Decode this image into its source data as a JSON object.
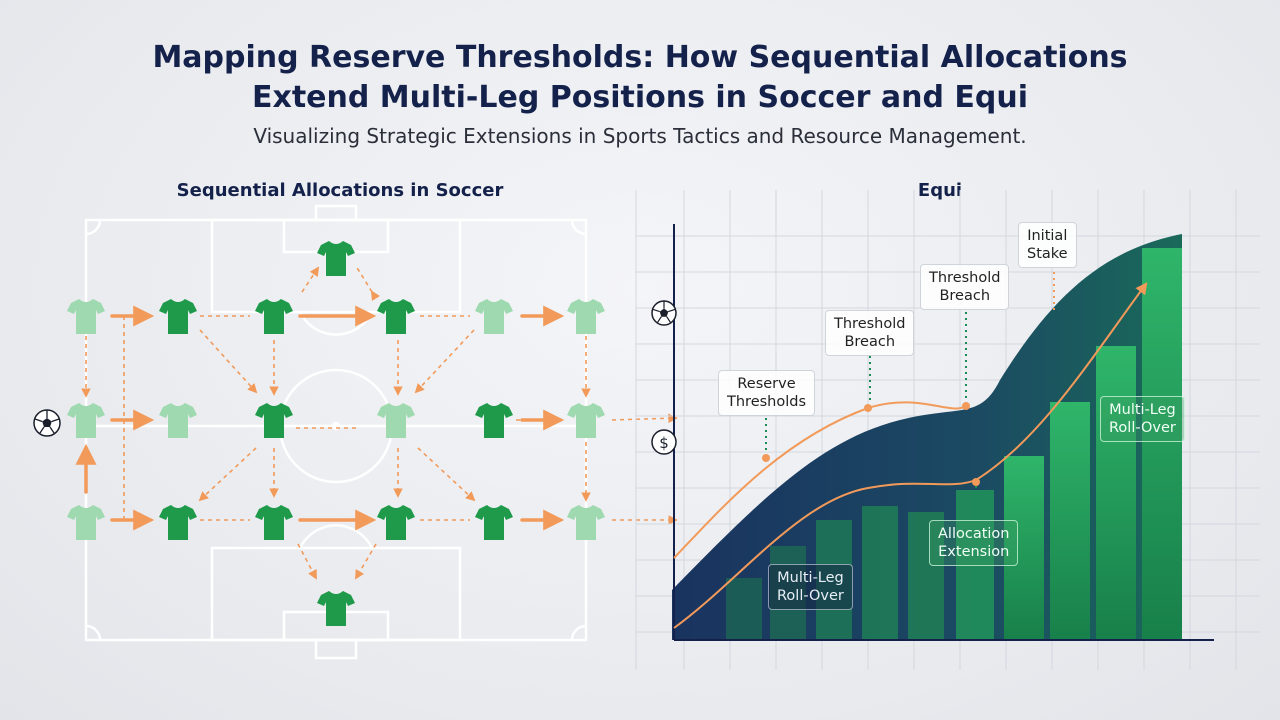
{
  "header": {
    "title_line1": "Mapping Reserve Thresholds: How Sequential Allocations",
    "title_line2": "Extend Multi-Leg Positions in Soccer and Equi",
    "subtitle": "Visualizing Strategic Extensions in Sports Tactics and Resource Management."
  },
  "left_panel": {
    "title": "Sequential Allocations in Soccer"
  },
  "right_panel": {
    "title": "Equi",
    "labels": {
      "reserve_thresholds": "Reserve\nThresholds",
      "threshold_breach_1": "Threshold\nBreach",
      "threshold_breach_2": "Threshold\nBreach",
      "initial_stake": "Initial\nStake",
      "multi_leg_rollover_dark": "Multi-Leg\nRoll-Over",
      "allocation_extension": "Allocation\nExtension",
      "multi_leg_rollover_green": "Multi-Leg\nRoll-Over"
    }
  },
  "icons": {
    "left_ball": "soccer-ball-icon",
    "right_ball": "soccer-ball-icon",
    "dollar": "dollar-icon"
  },
  "colors": {
    "navy": "#14214a",
    "jersey_dark": "#1e9a4a",
    "jersey_light": "#9fd9b0",
    "arrow": "#f29a5a",
    "area_dark": "#173a5e"
  }
}
